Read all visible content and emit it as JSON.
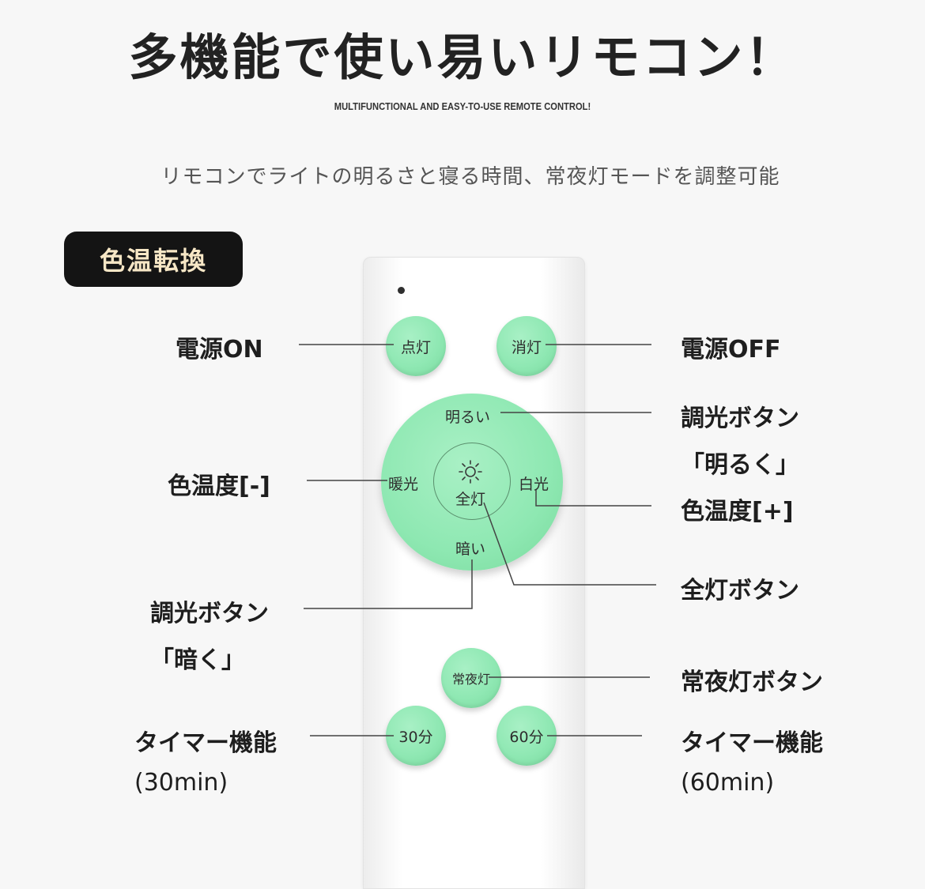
{
  "header": {
    "title": "多機能で使い易いリモコン！",
    "subtitle_en": "MULTIFUNCTIONAL AND EASY-TO-USE REMOTE CONTROL!",
    "description": "リモコンでライトの明るさと寝る時間、常夜灯モードを調整可能"
  },
  "badge": {
    "label": "色温転換"
  },
  "remote": {
    "btn_on": "点灯",
    "btn_off": "消灯",
    "dial_top": "明るい",
    "dial_left": "暖光",
    "dial_right": "白光",
    "dial_center": "全灯",
    "dial_bottom": "暗い",
    "btn_night": "常夜灯",
    "btn_30": "30分",
    "btn_60": "60分"
  },
  "callouts": {
    "power_on": "電源ON",
    "power_off": "電源OFF",
    "brighter_1": "調光ボタン",
    "brighter_2": "「明るく」",
    "temp_minus": "色温度[-]",
    "temp_plus": "色温度[+]",
    "all_light": "全灯ボタン",
    "dimmer_1": "調光ボタン",
    "dimmer_2": "「暗く」",
    "night_light": "常夜灯ボタン",
    "timer30_1": "タイマー機能",
    "timer30_2": "(30min)",
    "timer60_1": "タイマー機能",
    "timer60_2": "(60min)"
  },
  "colors": {
    "button_green": "#8fe8b3",
    "badge_bg": "#141414",
    "badge_text": "#f7e7c6"
  }
}
